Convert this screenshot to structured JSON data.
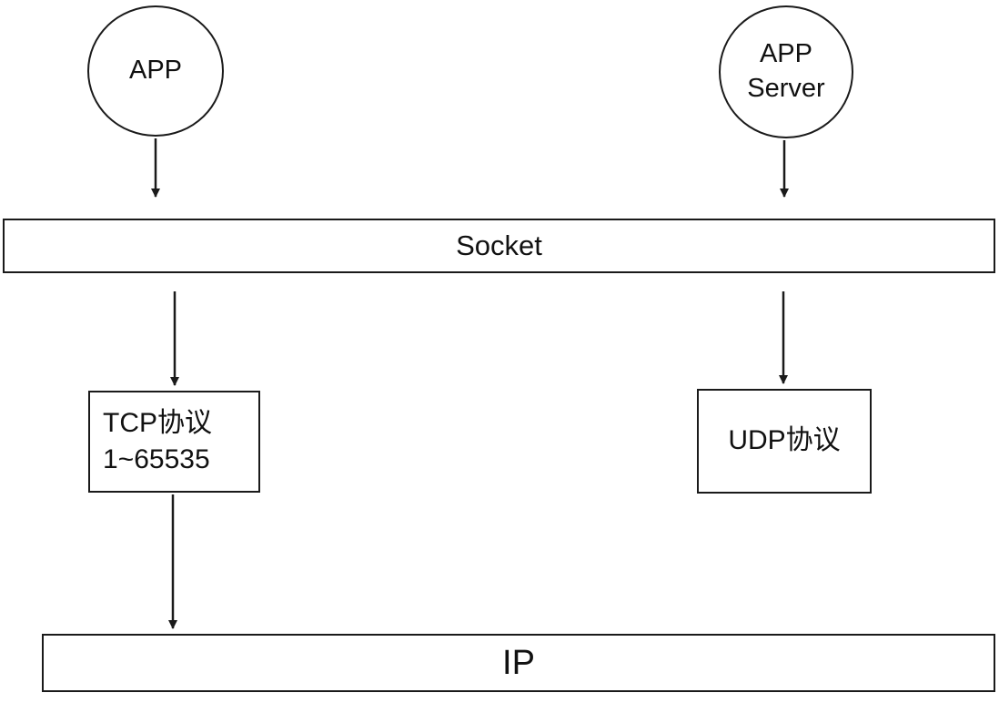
{
  "diagram": {
    "title": "Socket / TCP / UDP / IP layer diagram",
    "nodes": {
      "app": "APP",
      "app_server": "APP\nServer"
    },
    "layers": {
      "socket": "Socket",
      "ip": "IP"
    },
    "protocols": {
      "tcp": {
        "line1": "TCP协议",
        "line2": "1~65535"
      },
      "udp": {
        "label": "UDP协议"
      }
    },
    "colors": {
      "stroke": "#1a1a1a",
      "background": "#ffffff",
      "text": "#111111"
    }
  }
}
